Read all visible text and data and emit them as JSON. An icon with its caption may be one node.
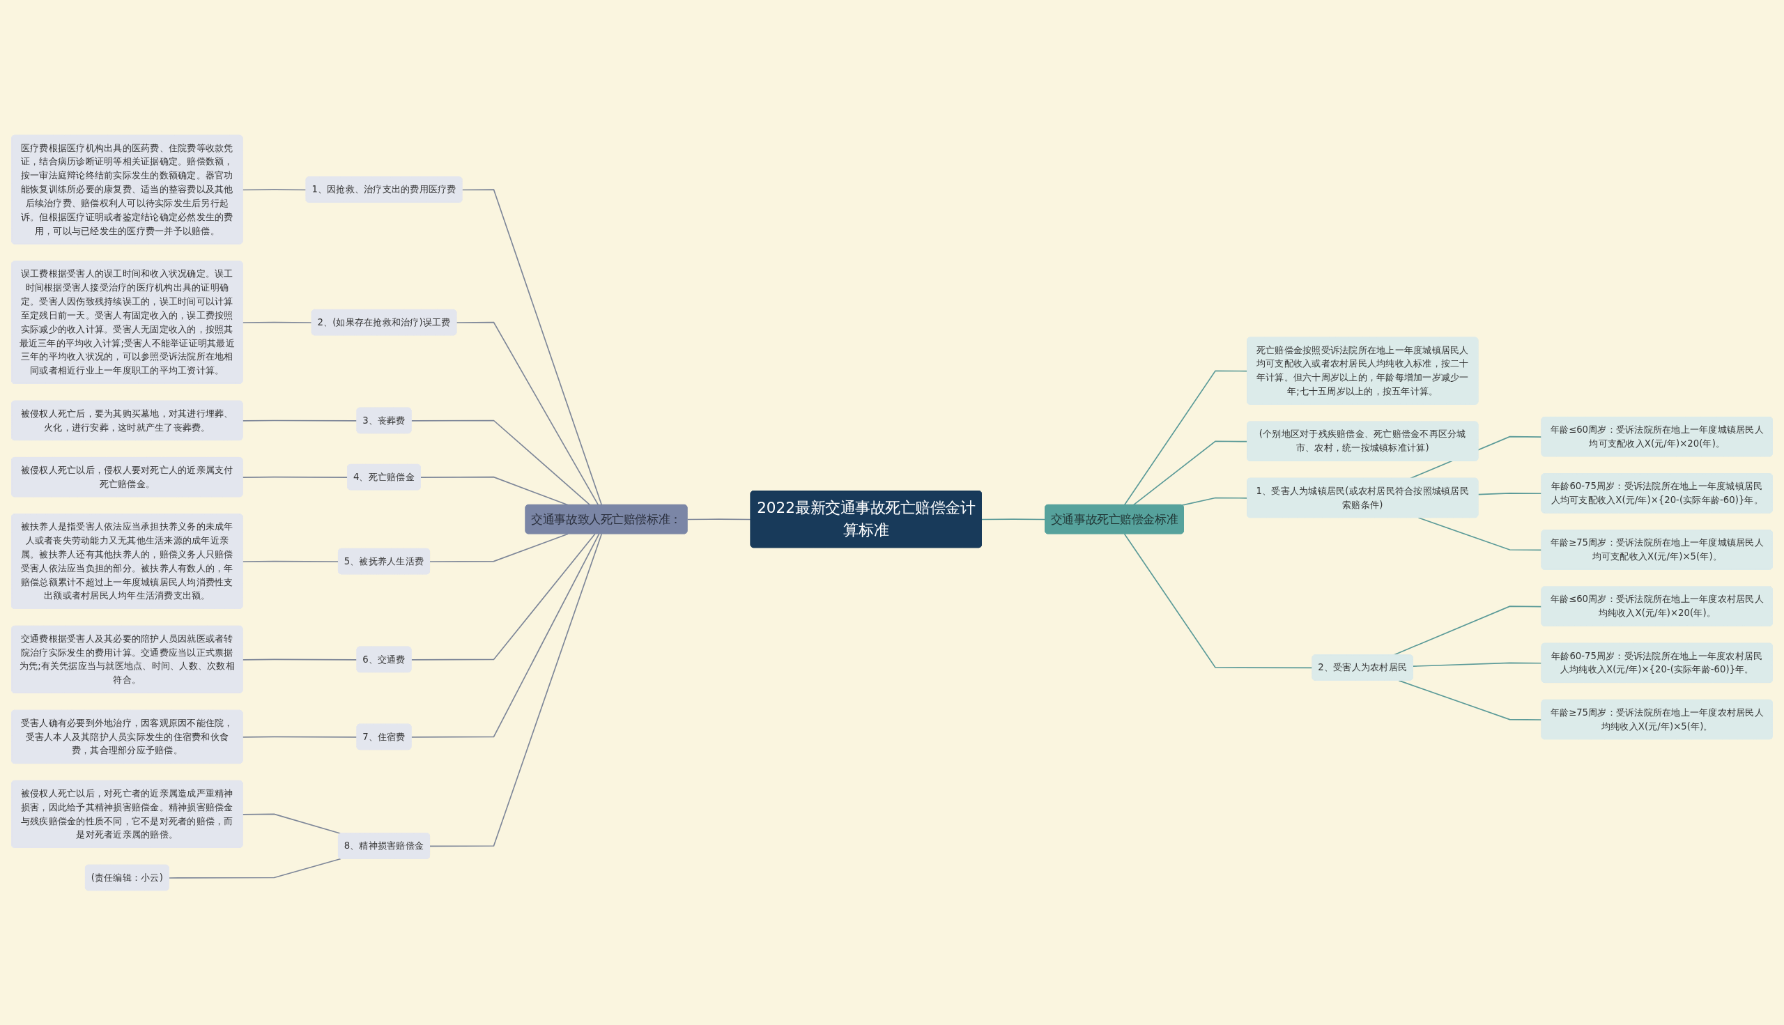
{
  "diagram": {
    "nodes": [
      {
        "text": [
          "2022最新交通事故死亡赔偿金计算标准"
        ]
      },
      {
        "text": [
          "交通事故致人死亡赔偿标准："
        ]
      },
      {
        "text": [
          "1、因抢救、治疗支出的费用医疗费"
        ]
      },
      {
        "text": [
          "医疗费根据医疗机构出具的医药费、住院费等收款凭证，结合病历诊断证明等相关证据确定。赔偿数额，按一审法庭辩论终结前实际发生的数额确定。器官功能恢复训练所必要的康复费、适当的整容费以及其他后续治疗费、赔偿权利人可以待实际发生后另行起诉。但根据医疗证明或者鉴定结论确定必然发生的费用，可以与已经发生的医疗费一并予以赔偿。"
        ]
      },
      {
        "text": [
          "2、(如果存在抢救和治疗)误工费"
        ]
      },
      {
        "text": [
          "误工费根据受害人的误工时间和收入状况确定。误工时间根据受害人接受治疗的医疗机构出具的证明确定。受害人因伤致残持续误工的，误工时间可以计算至定残日前一天。受害人有固定收入的，误工费按照实际减少的收入计算。受害人无固定收入的，按照其最近三年的平均收入计算;受害人不能举证证明其最近三年的平均收入状况的，可以参照受诉法院所在地相同或者相近行业上一年度职工的平均工资计算。"
        ]
      },
      {
        "text": [
          "3、丧葬费"
        ]
      },
      {
        "text": [
          "被侵权人死亡后，要为其购买墓地，对其进行埋葬、火化，进行安葬，这时就产生了丧葬费。"
        ]
      },
      {
        "text": [
          "4、死亡赔偿金"
        ]
      },
      {
        "text": [
          "被侵权人死亡以后，侵权人要对死亡人的近亲属支付死亡赔偿金。"
        ]
      },
      {
        "text": [
          "5、被抚养人生活费"
        ]
      },
      {
        "text": [
          "被扶养人是指受害人依法应当承担扶养义务的未成年人或者丧失劳动能力又无其他生活来源的成年近亲属。被扶养人还有其他扶养人的，赔偿义务人只赔偿受害人依法应当负担的部分。被扶养人有数人的，年赔偿总额累计不超过上一年度城镇居民人均消费性支出额或者村居民人均年生活消费支出额。"
        ]
      },
      {
        "text": [
          "6、交通费"
        ]
      },
      {
        "text": [
          "交通费根据受害人及其必要的陪护人员因就医或者转院治疗实际发生的费用计算。交通费应当以正式票据为凭;有关凭据应当与就医地点、时间、人数、次数相符合。"
        ]
      },
      {
        "text": [
          "7、住宿费"
        ]
      },
      {
        "text": [
          "受害人确有必要到外地治疗，因客观原因不能住院，受害人本人及其陪护人员实际发生的住宿费和伙食费，其合理部分应予赔偿。"
        ]
      },
      {
        "text": [
          "8、精神损害赔偿金"
        ]
      },
      {
        "text": [
          "被侵权人死亡以后，对死亡者的近亲属造成严重精神损害，因此给予其精神损害赔偿金。精神损害赔偿金与残疾赔偿金的性质不同，它不是对死者的赔偿，而是对死者近亲属的赔偿。"
        ]
      },
      {
        "text": [
          "(责任编辑：小云)"
        ]
      },
      {
        "text": [
          "交通事故死亡赔偿金标准"
        ]
      },
      {
        "text": [
          "死亡赔偿金按照受诉法院所在地上一年度城镇居民人均可支配收入或者农村居民人均纯收入标准，按二十年计算。但六十周岁以上的，年龄每增加一岁减少一年;七十五周岁以上的，按五年计算。"
        ]
      },
      {
        "text": [
          "(个别地区对于残疾赔偿金、死亡赔偿金不再区分城市、农村，统一按城镇标准计算)"
        ]
      },
      {
        "text": [
          "1、受害人为城镇居民(或农村居民符合按照城镇居民索赔条件)"
        ]
      },
      {
        "text": [
          "年龄≤60周岁：受诉法院所在地上一年度城镇居民人均可支配收入X(元/年)×20(年)。"
        ]
      },
      {
        "text": [
          "年龄60-75周岁：受诉法院所在地上一年度城镇居民人均可支配收入X(元/年)×{20-(实际年龄-60)}年。"
        ]
      },
      {
        "text": [
          "年龄≥75周岁：受诉法院所在地上一年度城镇居民人均可支配收入X(元/年)×5(年)。"
        ]
      },
      {
        "text": [
          "2、受害人为农村居民"
        ]
      },
      {
        "text": [
          "年龄≤60周岁：受诉法院所在地上一年度农村居民人均纯收入X(元/年)×20(年)。"
        ]
      },
      {
        "text": [
          "年龄60-75周岁：受诉法院所在地上一年度农村居民人均纯收入X(元/年)×{20-(实际年龄-60)}年。"
        ]
      },
      {
        "text": [
          "年龄≥75周岁：受诉法院所在地上一年度农村居民人均纯收入X(元/年)×5(年)。"
        ]
      }
    ],
    "edges": [
      {
        "from": 0,
        "to": 1,
        "arrow": "none"
      },
      {
        "from": 1,
        "to": 2,
        "arrow": "none"
      },
      {
        "from": 2,
        "to": 3,
        "arrow": "none"
      },
      {
        "from": 1,
        "to": 4,
        "arrow": "none"
      },
      {
        "from": 4,
        "to": 5,
        "arrow": "none"
      },
      {
        "from": 1,
        "to": 6,
        "arrow": "none"
      },
      {
        "from": 6,
        "to": 7,
        "arrow": "none"
      },
      {
        "from": 1,
        "to": 8,
        "arrow": "none"
      },
      {
        "from": 8,
        "to": 9,
        "arrow": "none"
      },
      {
        "from": 1,
        "to": 10,
        "arrow": "none"
      },
      {
        "from": 10,
        "to": 11,
        "arrow": "none"
      },
      {
        "from": 1,
        "to": 12,
        "arrow": "none"
      },
      {
        "from": 12,
        "to": 13,
        "arrow": "none"
      },
      {
        "from": 1,
        "to": 14,
        "arrow": "none"
      },
      {
        "from": 14,
        "to": 15,
        "arrow": "none"
      },
      {
        "from": 1,
        "to": 16,
        "arrow": "none"
      },
      {
        "from": 16,
        "to": 17,
        "arrow": "none"
      },
      {
        "from": 16,
        "to": 18,
        "arrow": "none"
      },
      {
        "from": 0,
        "to": 19,
        "arrow": "none",
        "color": "#5a9a98"
      },
      {
        "from": 19,
        "to": 20,
        "arrow": "none",
        "color": "#5a9a98"
      },
      {
        "from": 19,
        "to": 21,
        "arrow": "none",
        "color": "#5a9a98"
      },
      {
        "from": 19,
        "to": 22,
        "arrow": "none",
        "color": "#5a9a98"
      },
      {
        "from": 22,
        "to": 23,
        "arrow": "none",
        "color": "#5a9a98"
      },
      {
        "from": 22,
        "to": 24,
        "arrow": "none",
        "color": "#5a9a98"
      },
      {
        "from": 22,
        "to": 25,
        "arrow": "none",
        "color": "#5a9a98"
      },
      {
        "from": 19,
        "to": 26,
        "arrow": "none",
        "color": "#5a9a98"
      },
      {
        "from": 26,
        "to": 27,
        "arrow": "none",
        "color": "#5a9a98"
      },
      {
        "from": 26,
        "to": 28,
        "arrow": "none",
        "color": "#5a9a98"
      },
      {
        "from": 26,
        "to": 29,
        "arrow": "none",
        "color": "#5a9a98"
      }
    ]
  }
}
